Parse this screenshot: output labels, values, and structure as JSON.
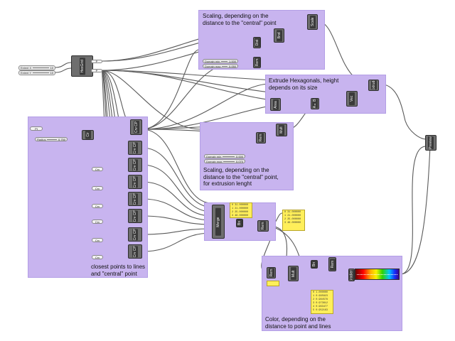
{
  "canvas": {
    "background": "#ffffff",
    "group_color": "#c8b4ef",
    "wire_color": "#5a5a5a"
  },
  "groups": {
    "scaling_central": {
      "label": "Scaling, depending on the\ndistance to the \"central\" point"
    },
    "extrude_hex": {
      "label": "Extrude Hexagonals, height\ndepends on its size"
    },
    "scaling_extrusion": {
      "label": "Scaling, depending on the\ndistance to the \"central\" point,\nfor extrusion lenght"
    },
    "closest_points": {
      "label": "closest points to lines\nand \"central\" point"
    },
    "color": {
      "label": "Color, depending on the\ndistance to point and lines"
    }
  },
  "nodes": {
    "hexgrid": "HexGrid",
    "scale": "Scale",
    "extrude": "Extrude",
    "crv_cp": "Crv CP",
    "merge": "Merge",
    "custom_preview": "Preview",
    "gradient": "Gradient"
  },
  "sliders": {
    "top_a": {
      "name": "Extent X",
      "value": "10"
    },
    "top_b": {
      "name": "Extent Y",
      "value": "10"
    },
    "scaling_a": {
      "name": "Domain min",
      "value": "1.000"
    },
    "scaling_b": {
      "name": "Domain max",
      "value": "0.050"
    },
    "radius": {
      "name": "Radius",
      "value": "0.750"
    },
    "extr_a": {
      "name": "Domain min",
      "value": "0.000"
    },
    "extr_b": {
      "name": "Domain max",
      "value": "0.070"
    }
  },
  "panels": {
    "list_a": [
      "0 31.000000",
      "1 21.000000",
      "2 25.000000",
      "3 46.000000"
    ],
    "list_b": [
      "0 31.000000",
      "1 21.000000",
      "2 25.000000",
      "3 46.000000"
    ],
    "list_c": [
      "0 1.000000",
      "1 0.995823",
      "2 0.984578",
      "3 0.973612",
      "4 0.963477",
      "5 0.952163"
    ]
  },
  "params": {
    "crv": "Crv",
    "pt": "Pt"
  }
}
